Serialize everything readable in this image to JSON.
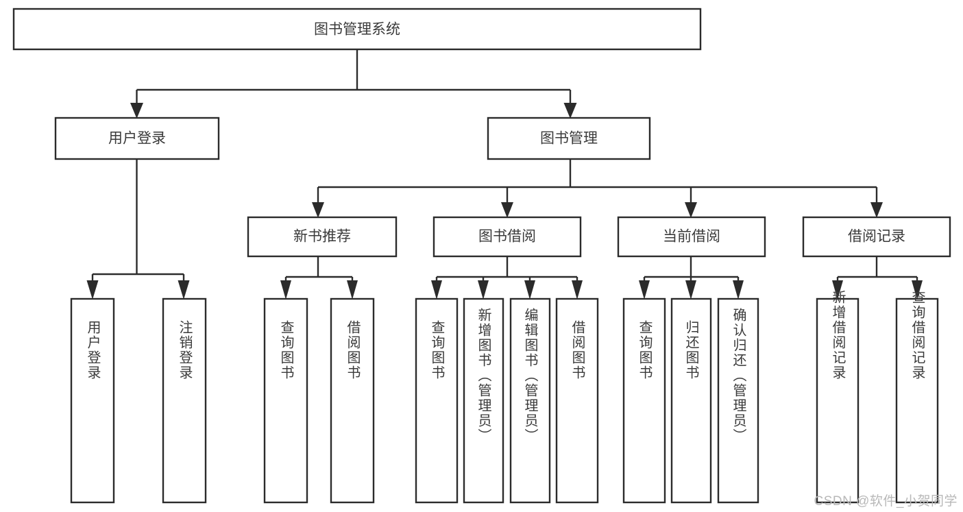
{
  "diagram": {
    "type": "tree-hierarchy-flowchart",
    "title": "图书管理系统",
    "orientation": "top-down",
    "style": {
      "background": "#ffffff",
      "box_fill": "#ffffff",
      "box_stroke": "#2b2b2b",
      "text_color": "#3a3a3a",
      "watermark_color": "#b8b8b8"
    },
    "levels": [
      {
        "level": 1,
        "nodes": [
          {
            "id": "root",
            "label": "图书管理系统",
            "orientation": "horizontal"
          }
        ]
      },
      {
        "level": 2,
        "nodes": [
          {
            "id": "login",
            "label": "用户登录",
            "orientation": "horizontal",
            "parent": "root"
          },
          {
            "id": "bookmgmt",
            "label": "图书管理",
            "orientation": "horizontal",
            "parent": "root"
          }
        ]
      },
      {
        "level": 3,
        "nodes": [
          {
            "id": "newbook",
            "label": "新书推荐",
            "orientation": "horizontal",
            "parent": "bookmgmt"
          },
          {
            "id": "borrow",
            "label": "图书借阅",
            "orientation": "horizontal",
            "parent": "bookmgmt"
          },
          {
            "id": "current",
            "label": "当前借阅",
            "orientation": "horizontal",
            "parent": "bookmgmt"
          },
          {
            "id": "records",
            "label": "借阅记录",
            "orientation": "horizontal",
            "parent": "bookmgmt"
          }
        ]
      },
      {
        "level": 4,
        "nodes": [
          {
            "id": "leaf-user-login",
            "label": "用户登录",
            "orientation": "vertical",
            "parent": "login",
            "align": "middle"
          },
          {
            "id": "leaf-logout",
            "label": "注销登录",
            "orientation": "vertical",
            "parent": "login",
            "align": "middle"
          },
          {
            "id": "leaf-query-book-1",
            "label": "查询图书",
            "orientation": "vertical",
            "parent": "newbook",
            "align": "middle"
          },
          {
            "id": "leaf-borrow-book-1",
            "label": "借阅图书",
            "orientation": "vertical",
            "parent": "newbook",
            "align": "middle"
          },
          {
            "id": "leaf-query-book-2",
            "label": "查询图书",
            "orientation": "vertical",
            "parent": "borrow",
            "align": "middle"
          },
          {
            "id": "leaf-add-book",
            "label": "新增图书（管理员）",
            "orientation": "vertical",
            "parent": "borrow",
            "align": "top"
          },
          {
            "id": "leaf-edit-book",
            "label": "编辑图书（管理员）",
            "orientation": "vertical",
            "parent": "borrow",
            "align": "top"
          },
          {
            "id": "leaf-borrow-book-2",
            "label": "借阅图书",
            "orientation": "vertical",
            "parent": "borrow",
            "align": "middle"
          },
          {
            "id": "leaf-query-book-3",
            "label": "查询图书",
            "orientation": "vertical",
            "parent": "current",
            "align": "middle"
          },
          {
            "id": "leaf-return-book",
            "label": "归还图书",
            "orientation": "vertical",
            "parent": "current",
            "align": "middle"
          },
          {
            "id": "leaf-confirm-return",
            "label": "确认归还（管理员）",
            "orientation": "vertical",
            "parent": "current",
            "align": "top"
          },
          {
            "id": "leaf-add-record",
            "label": "新增借阅记录",
            "orientation": "vertical",
            "parent": "records",
            "align": "middle"
          },
          {
            "id": "leaf-query-record",
            "label": "查询借阅记录",
            "orientation": "vertical",
            "parent": "records",
            "align": "middle"
          }
        ]
      }
    ]
  },
  "watermark": {
    "text": "CSDN @软件_小贺同学"
  }
}
